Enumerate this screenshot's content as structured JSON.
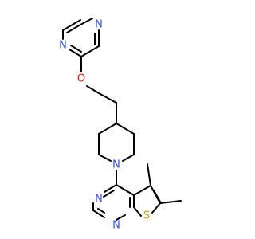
{
  "molecule": {
    "atoms": {
      "pyrazine_n_top": "N",
      "pyrazine_n_left": "N",
      "ether_o": "O",
      "piperidine_n": "N",
      "pyrimidine_n_left": "N",
      "pyrimidine_n_bottom": "N",
      "thiophene_s": "S"
    }
  },
  "colors": {
    "bond": "#000000",
    "nitrogen": "#3050F8",
    "oxygen": "#FF0D0D",
    "sulfur": "#C8A000",
    "background": "#FFFFFF"
  }
}
